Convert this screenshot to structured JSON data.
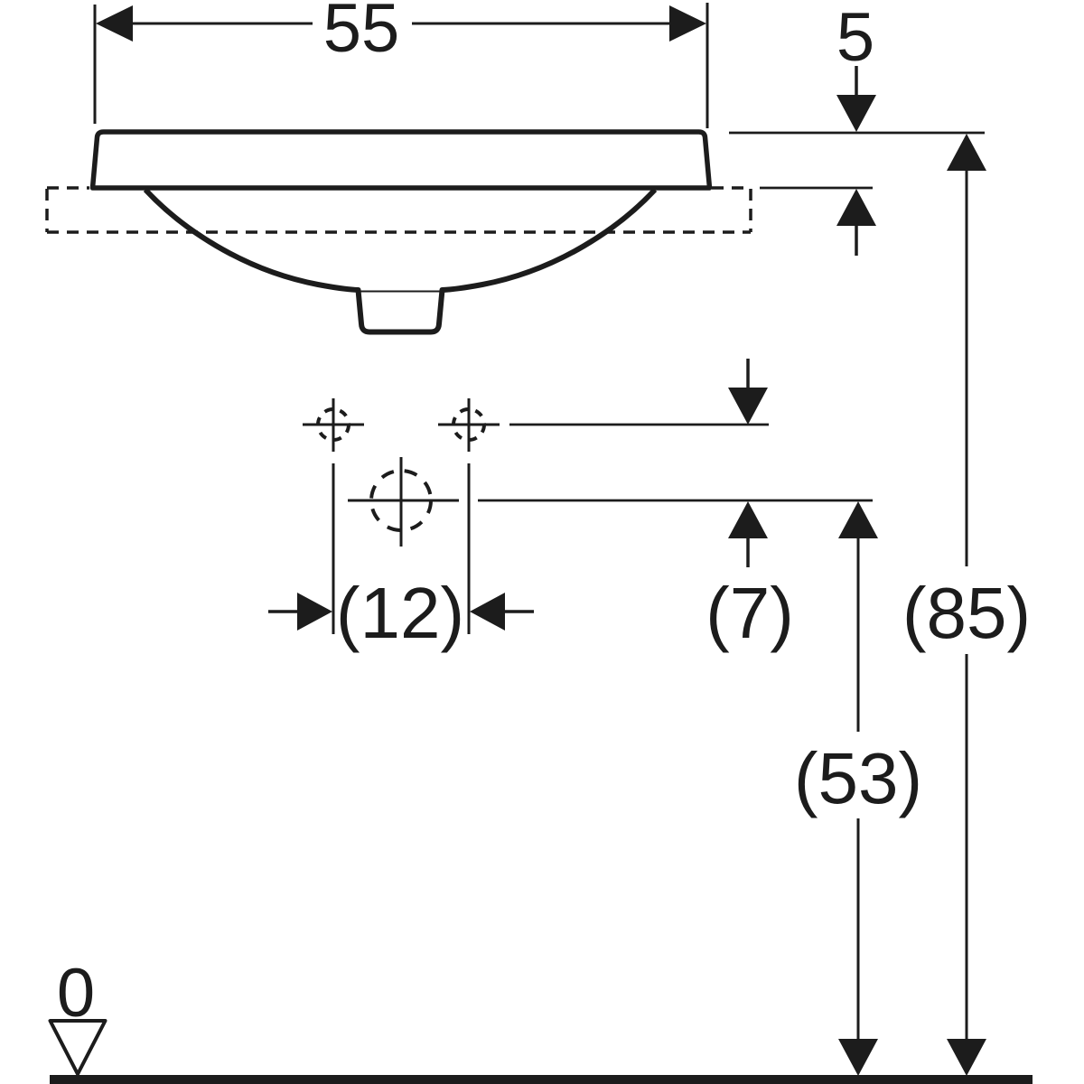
{
  "diagram": {
    "type": "technical-dimension-drawing",
    "subject": "washbasin front elevation with installation dimensions",
    "units": "cm",
    "colors": {
      "ink": "#1c1c1c",
      "background": "#ffffff"
    },
    "labels": {
      "basin_width": "55",
      "rim_above_counter": "5",
      "tap_hole_spacing": "(12)",
      "tap_hole_offset": "(7)",
      "rim_height_above_floor": "(85)",
      "mixer_hole_height": "(53)",
      "floor_datum": "0"
    }
  }
}
